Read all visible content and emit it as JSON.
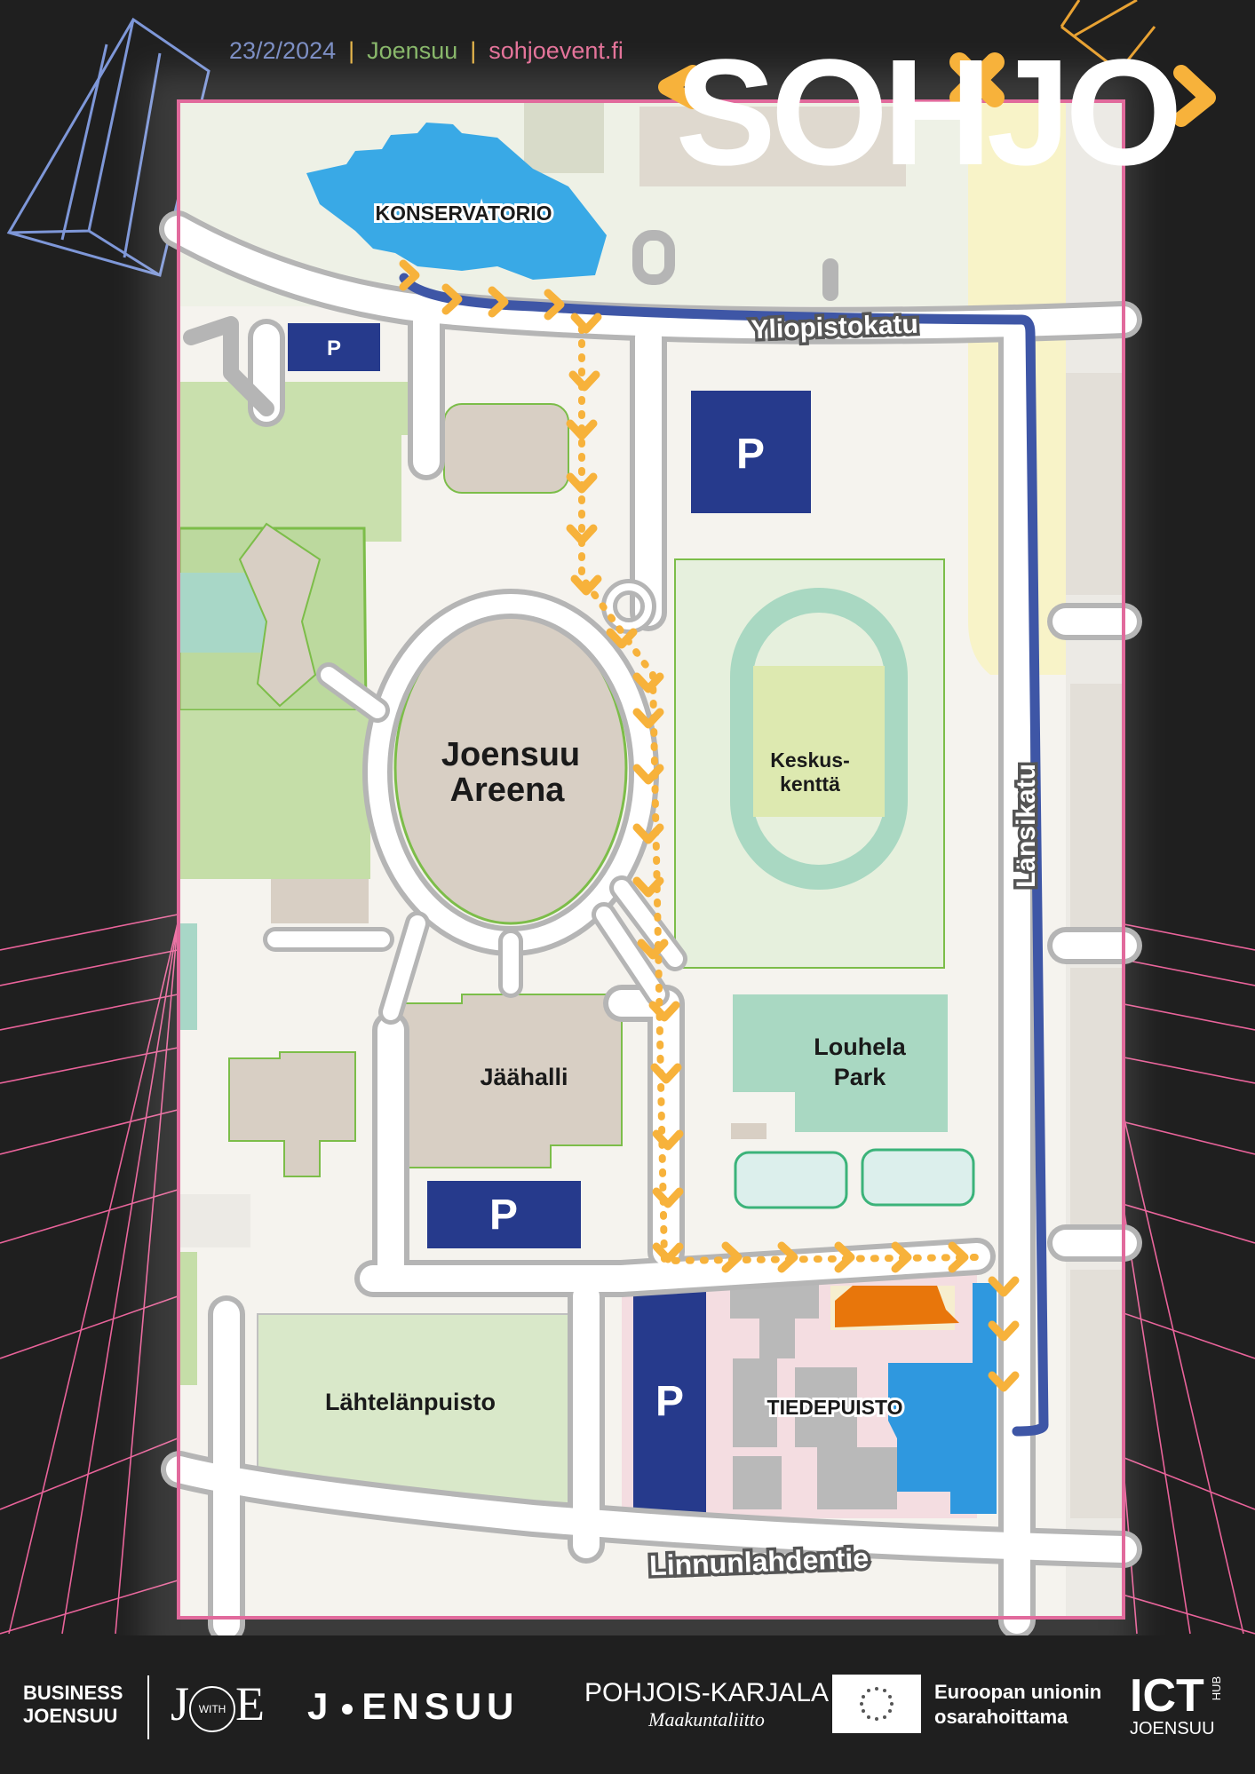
{
  "header": {
    "date": "23/2/2024",
    "city": "Joensuu",
    "website": "sohjoevent.fi"
  },
  "logo": {
    "text": "SOHJO"
  },
  "map": {
    "labels": {
      "konservatorio": "KONSERVATORIO",
      "yliopistokatu": "Yliopistokatu",
      "lansikatu": "Länsikatu",
      "areena_line1": "Joensuu",
      "areena_line2": "Areena",
      "keskuskentta_line1": "Keskus-",
      "keskuskentta_line2": "kenttä",
      "louhela_line1": "Louhela",
      "louhela_line2": "Park",
      "jaahalli": "Jäähalli",
      "lahtelanpuisto": "Lähtelänpuisto",
      "tiedepuisto": "TIEDEPUISTO",
      "linnunlahdentie": "Linnunlahdentie",
      "parking": "P"
    },
    "colors": {
      "route": "#f7b23b",
      "road_line": "#3e56a6",
      "parking": "#263a8c",
      "conservatory": "#39a9e6",
      "tiedepuisto_building": "#2f98df",
      "highlight_building": "#e8760b",
      "green_area": "#c4dca6",
      "frame": "#e16a9c"
    }
  },
  "footer": {
    "business_line1": "BUSINESS",
    "business_line2": "JOENSUU",
    "joe_left": "J",
    "joe_with": "WITH",
    "joe_right": "E",
    "joensuu_left": "J",
    "joensuu_right": "ENSUU",
    "pk_line1": "POHJOIS-KARJALA",
    "pk_line2": "Maakuntaliitto",
    "eu_line1": "Euroopan unionin",
    "eu_line2": "osarahoittama",
    "ict_main": "ICT",
    "ict_hub": "HUB",
    "ict_city": "JOENSUU"
  }
}
